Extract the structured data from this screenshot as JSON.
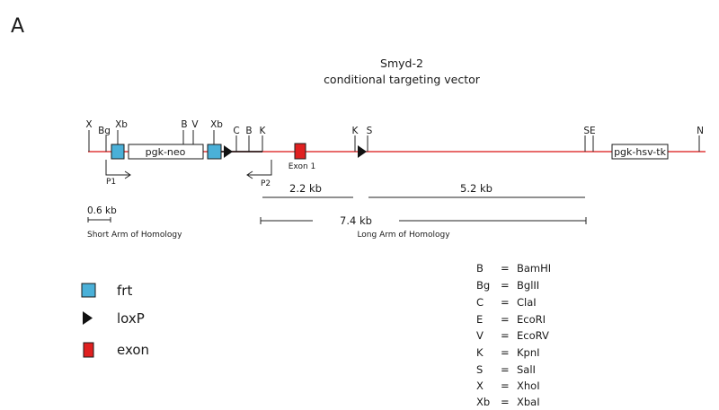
{
  "panel_label": "A",
  "title": {
    "line1": "Smyd-2",
    "line2": "conditional targeting vector"
  },
  "sites": [
    {
      "key": "X",
      "label": "X"
    },
    {
      "key": "Bg",
      "label": "Bg"
    },
    {
      "key": "Xb1",
      "label": "Xb"
    },
    {
      "key": "B1",
      "label": "B"
    },
    {
      "key": "V",
      "label": "V"
    },
    {
      "key": "Xb2",
      "label": "Xb"
    },
    {
      "key": "C",
      "label": "C"
    },
    {
      "key": "B2",
      "label": "B"
    },
    {
      "key": "K1",
      "label": "K"
    },
    {
      "key": "K2",
      "label": "K"
    },
    {
      "key": "S",
      "label": "S"
    },
    {
      "key": "SE",
      "label": "SE"
    },
    {
      "key": "N",
      "label": "N"
    }
  ],
  "boxes": {
    "pgk_neo": "pgk-neo",
    "pgk_hsv_tk": "pgk-hsv-tk"
  },
  "exon_label": "Exon 1",
  "primers": {
    "p1": "P1",
    "p2": "P2"
  },
  "scale_bar": "0.6 kb",
  "short_arm": "Short Arm of Homology",
  "long_arm": "Long Arm of Homology",
  "distances": {
    "d1": "2.2 kb",
    "d2": "5.2 kb",
    "d3": "7.4 kb"
  },
  "legend": [
    {
      "symbol": "square",
      "label": "frt",
      "color": "#4ab0d8"
    },
    {
      "symbol": "triangle",
      "label": "loxP",
      "color": "#111111"
    },
    {
      "symbol": "rect",
      "label": "exon",
      "color": "#e02020"
    }
  ],
  "abbreviations": [
    {
      "abbr": "B",
      "eq": "=",
      "name": "BamHI"
    },
    {
      "abbr": "Bg",
      "eq": "=",
      "name": "BglII"
    },
    {
      "abbr": "C",
      "eq": "=",
      "name": "ClaI"
    },
    {
      "abbr": "E",
      "eq": "=",
      "name": "EcoRI"
    },
    {
      "abbr": "V",
      "eq": "=",
      "name": "EcoRV"
    },
    {
      "abbr": "K",
      "eq": "=",
      "name": "KpnI"
    },
    {
      "abbr": "S",
      "eq": "=",
      "name": "SalI"
    },
    {
      "abbr": "X",
      "eq": "=",
      "name": "XhoI"
    },
    {
      "abbr": "Xb",
      "eq": "=",
      "name": "XbaI"
    }
  ],
  "colors": {
    "homology_line": "#e03a3a",
    "frt": "#4ab0d8",
    "exon": "#e02020",
    "loxp": "#111111"
  }
}
